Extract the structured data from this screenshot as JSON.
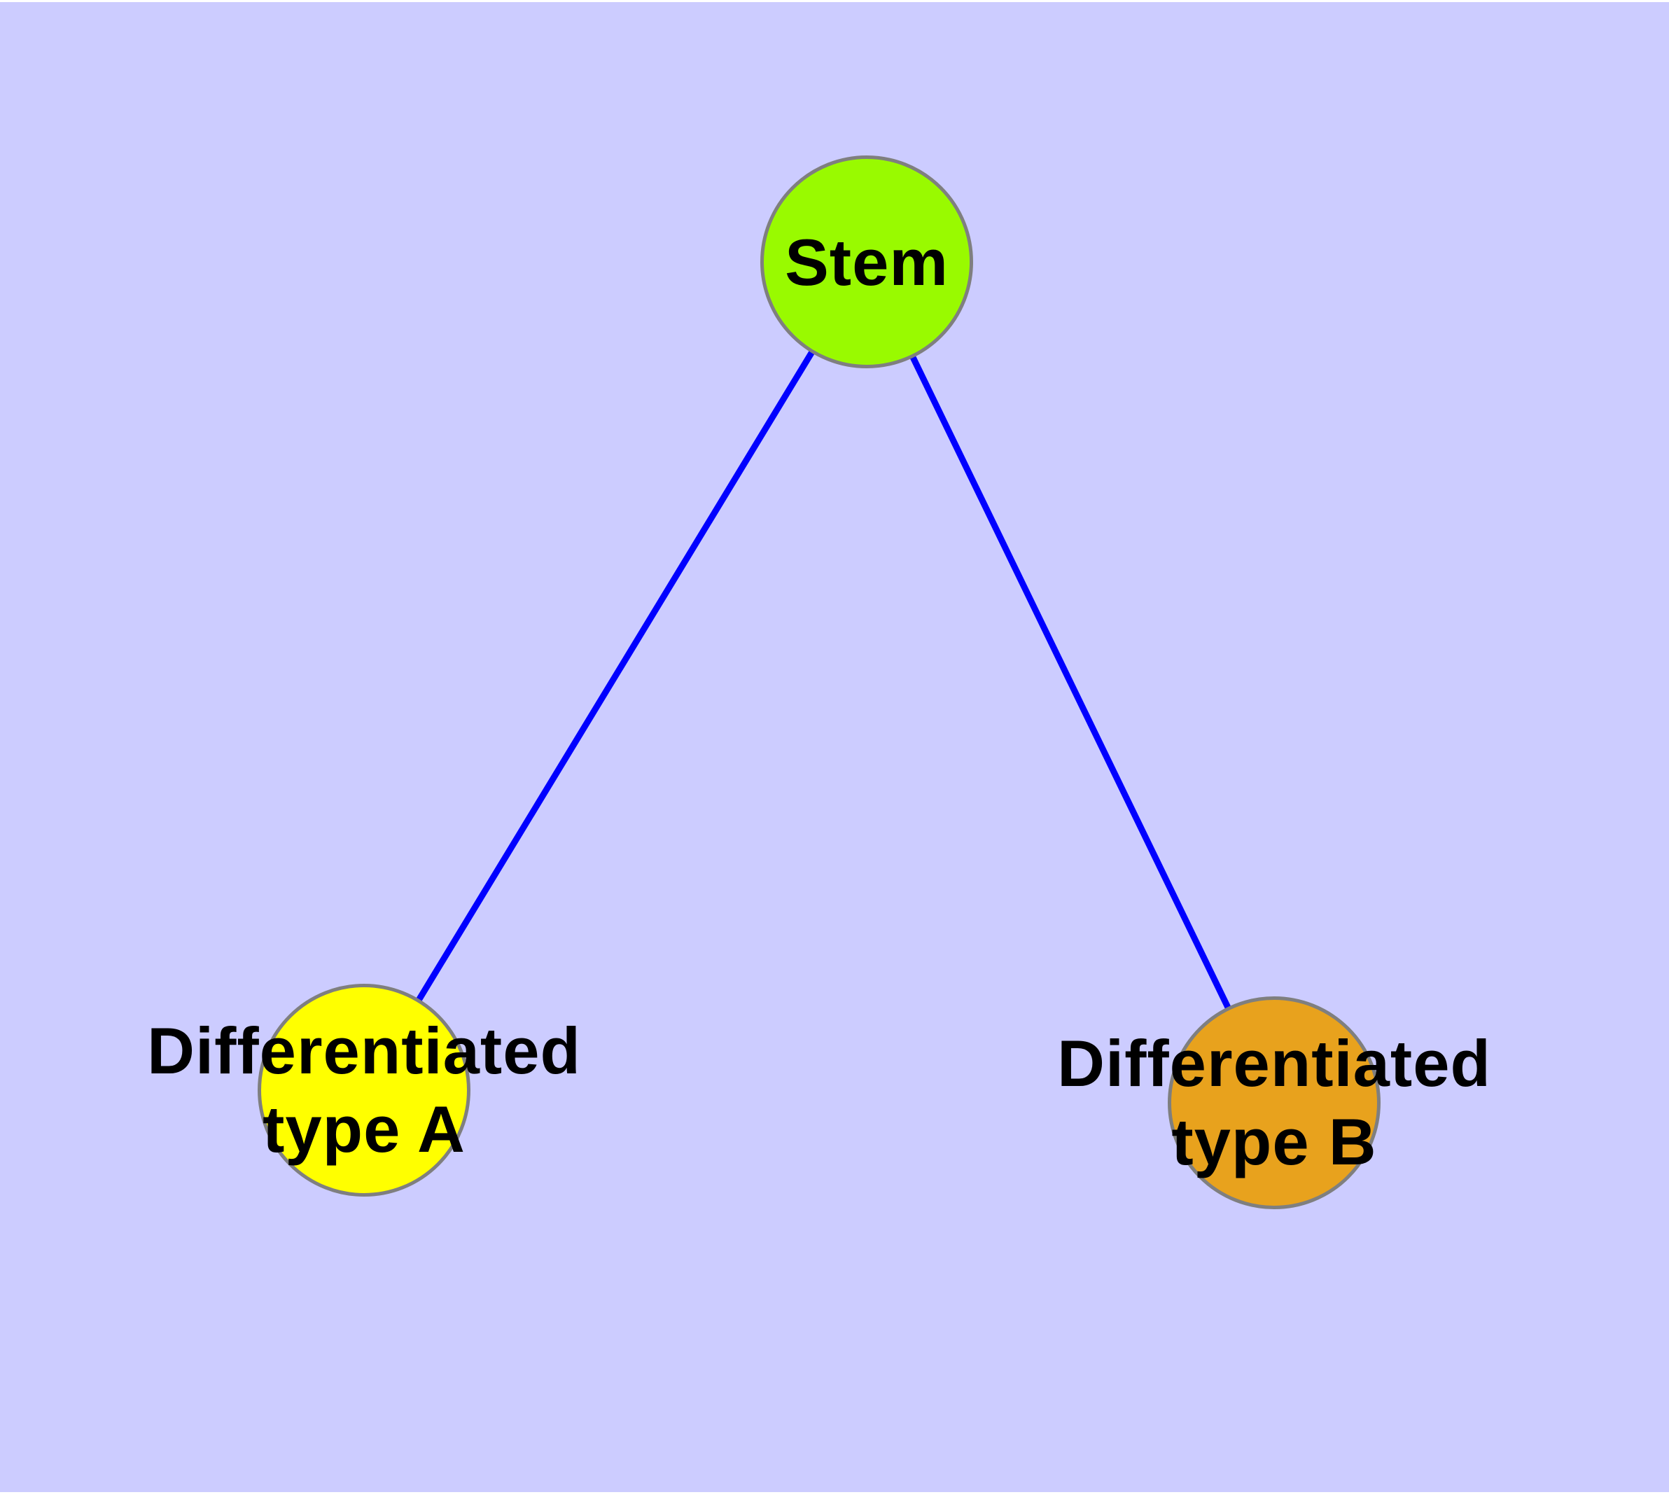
{
  "diagram": {
    "background_color": "#CCCCFF",
    "edge_color": "#0000FF",
    "node_border_color": "#7F7F7F",
    "text_color": "#000000",
    "nodes": [
      {
        "id": "stem",
        "label": "Stem",
        "fill": "#99FA00"
      },
      {
        "id": "type-a",
        "label": "Differentiated\ntype A",
        "fill": "#FFFF00"
      },
      {
        "id": "type-b",
        "label": "Differentiated\ntype B",
        "fill": "#E8A21D"
      }
    ],
    "edges": [
      {
        "from": "stem",
        "to": "type-a"
      },
      {
        "from": "stem",
        "to": "type-b"
      }
    ]
  }
}
